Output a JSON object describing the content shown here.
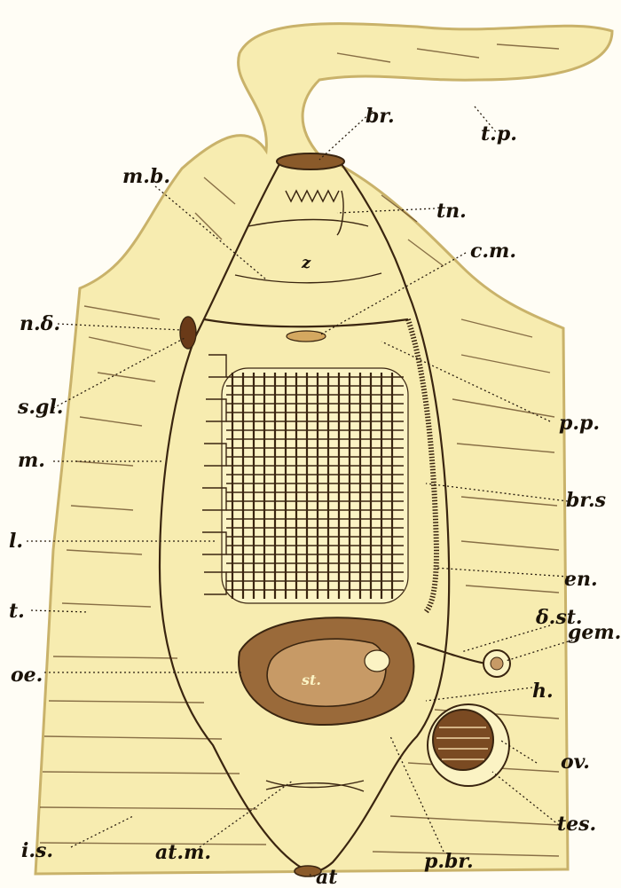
{
  "figure": {
    "labels": {
      "br": "br.",
      "tp": "t.p.",
      "mb": "m.b.",
      "tn": "tn.",
      "cm": "c.m.",
      "z": "z",
      "nd": "n.δ.",
      "sgl": "s.gl.",
      "pp": "p.p.",
      "m": "m.",
      "brs": "br.s",
      "l": "l.",
      "en": "en.",
      "t": "t.",
      "dst": "δ.st.",
      "gem": "gem.",
      "oe": "oe.",
      "st": "st.",
      "h": "h.",
      "ov": "ov.",
      "tes": "tes.",
      "is": "i.s.",
      "atm": "at.m.",
      "at": "at",
      "pbr": "p.br."
    },
    "colors": {
      "tunic": "#f7ecb0",
      "tunic_edge": "#c9b26a",
      "body": "#fbf3c4",
      "ink": "#2a1e10",
      "stomach": "#9a6a3a"
    }
  }
}
